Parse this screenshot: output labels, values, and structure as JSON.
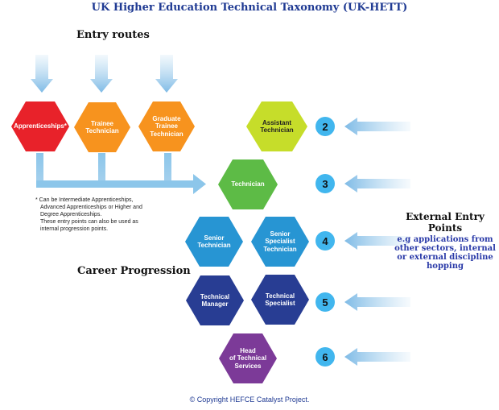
{
  "title": "UK Higher Education Technical Taxonomy (UK-HETT)",
  "entry_routes_heading": "Entry routes",
  "career_progression_heading": "Career Progression",
  "footnote": [
    "* Can be Intermediate Apprenticeships,",
    "Advanced Apprenticeships or Higher and",
    "Degree Apprenticeships.",
    "These entry points can also be used as",
    "internal progression points."
  ],
  "external_entry": {
    "title": "External Entry Points",
    "subtitle": "e.g applications from other sectors, internal or external discipline hopping"
  },
  "copyright": "© Copyright HEFCE Catalyst Project.",
  "colors": {
    "red": "#e8222a",
    "orange": "#f7931e",
    "lime": "#c6dd2a",
    "green": "#5dbb46",
    "blue": "#2795d3",
    "navy": "#283d93",
    "purple": "#7c3a98",
    "arrow": "#a9d2ee",
    "circle": "#41b6ee"
  },
  "hexagons": [
    {
      "id": "apprenticeships",
      "label": "Apprenticeships*",
      "color": "red"
    },
    {
      "id": "trainee-technician",
      "label": "Trainee\nTechnician",
      "color": "orange"
    },
    {
      "id": "graduate-trainee-technician",
      "label": "Graduate\nTrainee\nTechnician",
      "color": "orange"
    },
    {
      "id": "assistant-technician",
      "label": "Assistant\nTechnician",
      "color": "lime"
    },
    {
      "id": "technician",
      "label": "Technician",
      "color": "green"
    },
    {
      "id": "senior-technician",
      "label": "Senior\nTechnician",
      "color": "blue"
    },
    {
      "id": "senior-specialist-technician",
      "label": "Senior\nSpecialist\nTechnician",
      "color": "blue"
    },
    {
      "id": "technical-manager",
      "label": "Technical\nManager",
      "color": "navy"
    },
    {
      "id": "technical-specialist",
      "label": "Technical\nSpecialist",
      "color": "navy"
    },
    {
      "id": "head-of-technical-services",
      "label": "Head\nof Technical\nServices",
      "color": "purple"
    }
  ],
  "levels": [
    "2",
    "3",
    "4",
    "5",
    "6"
  ]
}
